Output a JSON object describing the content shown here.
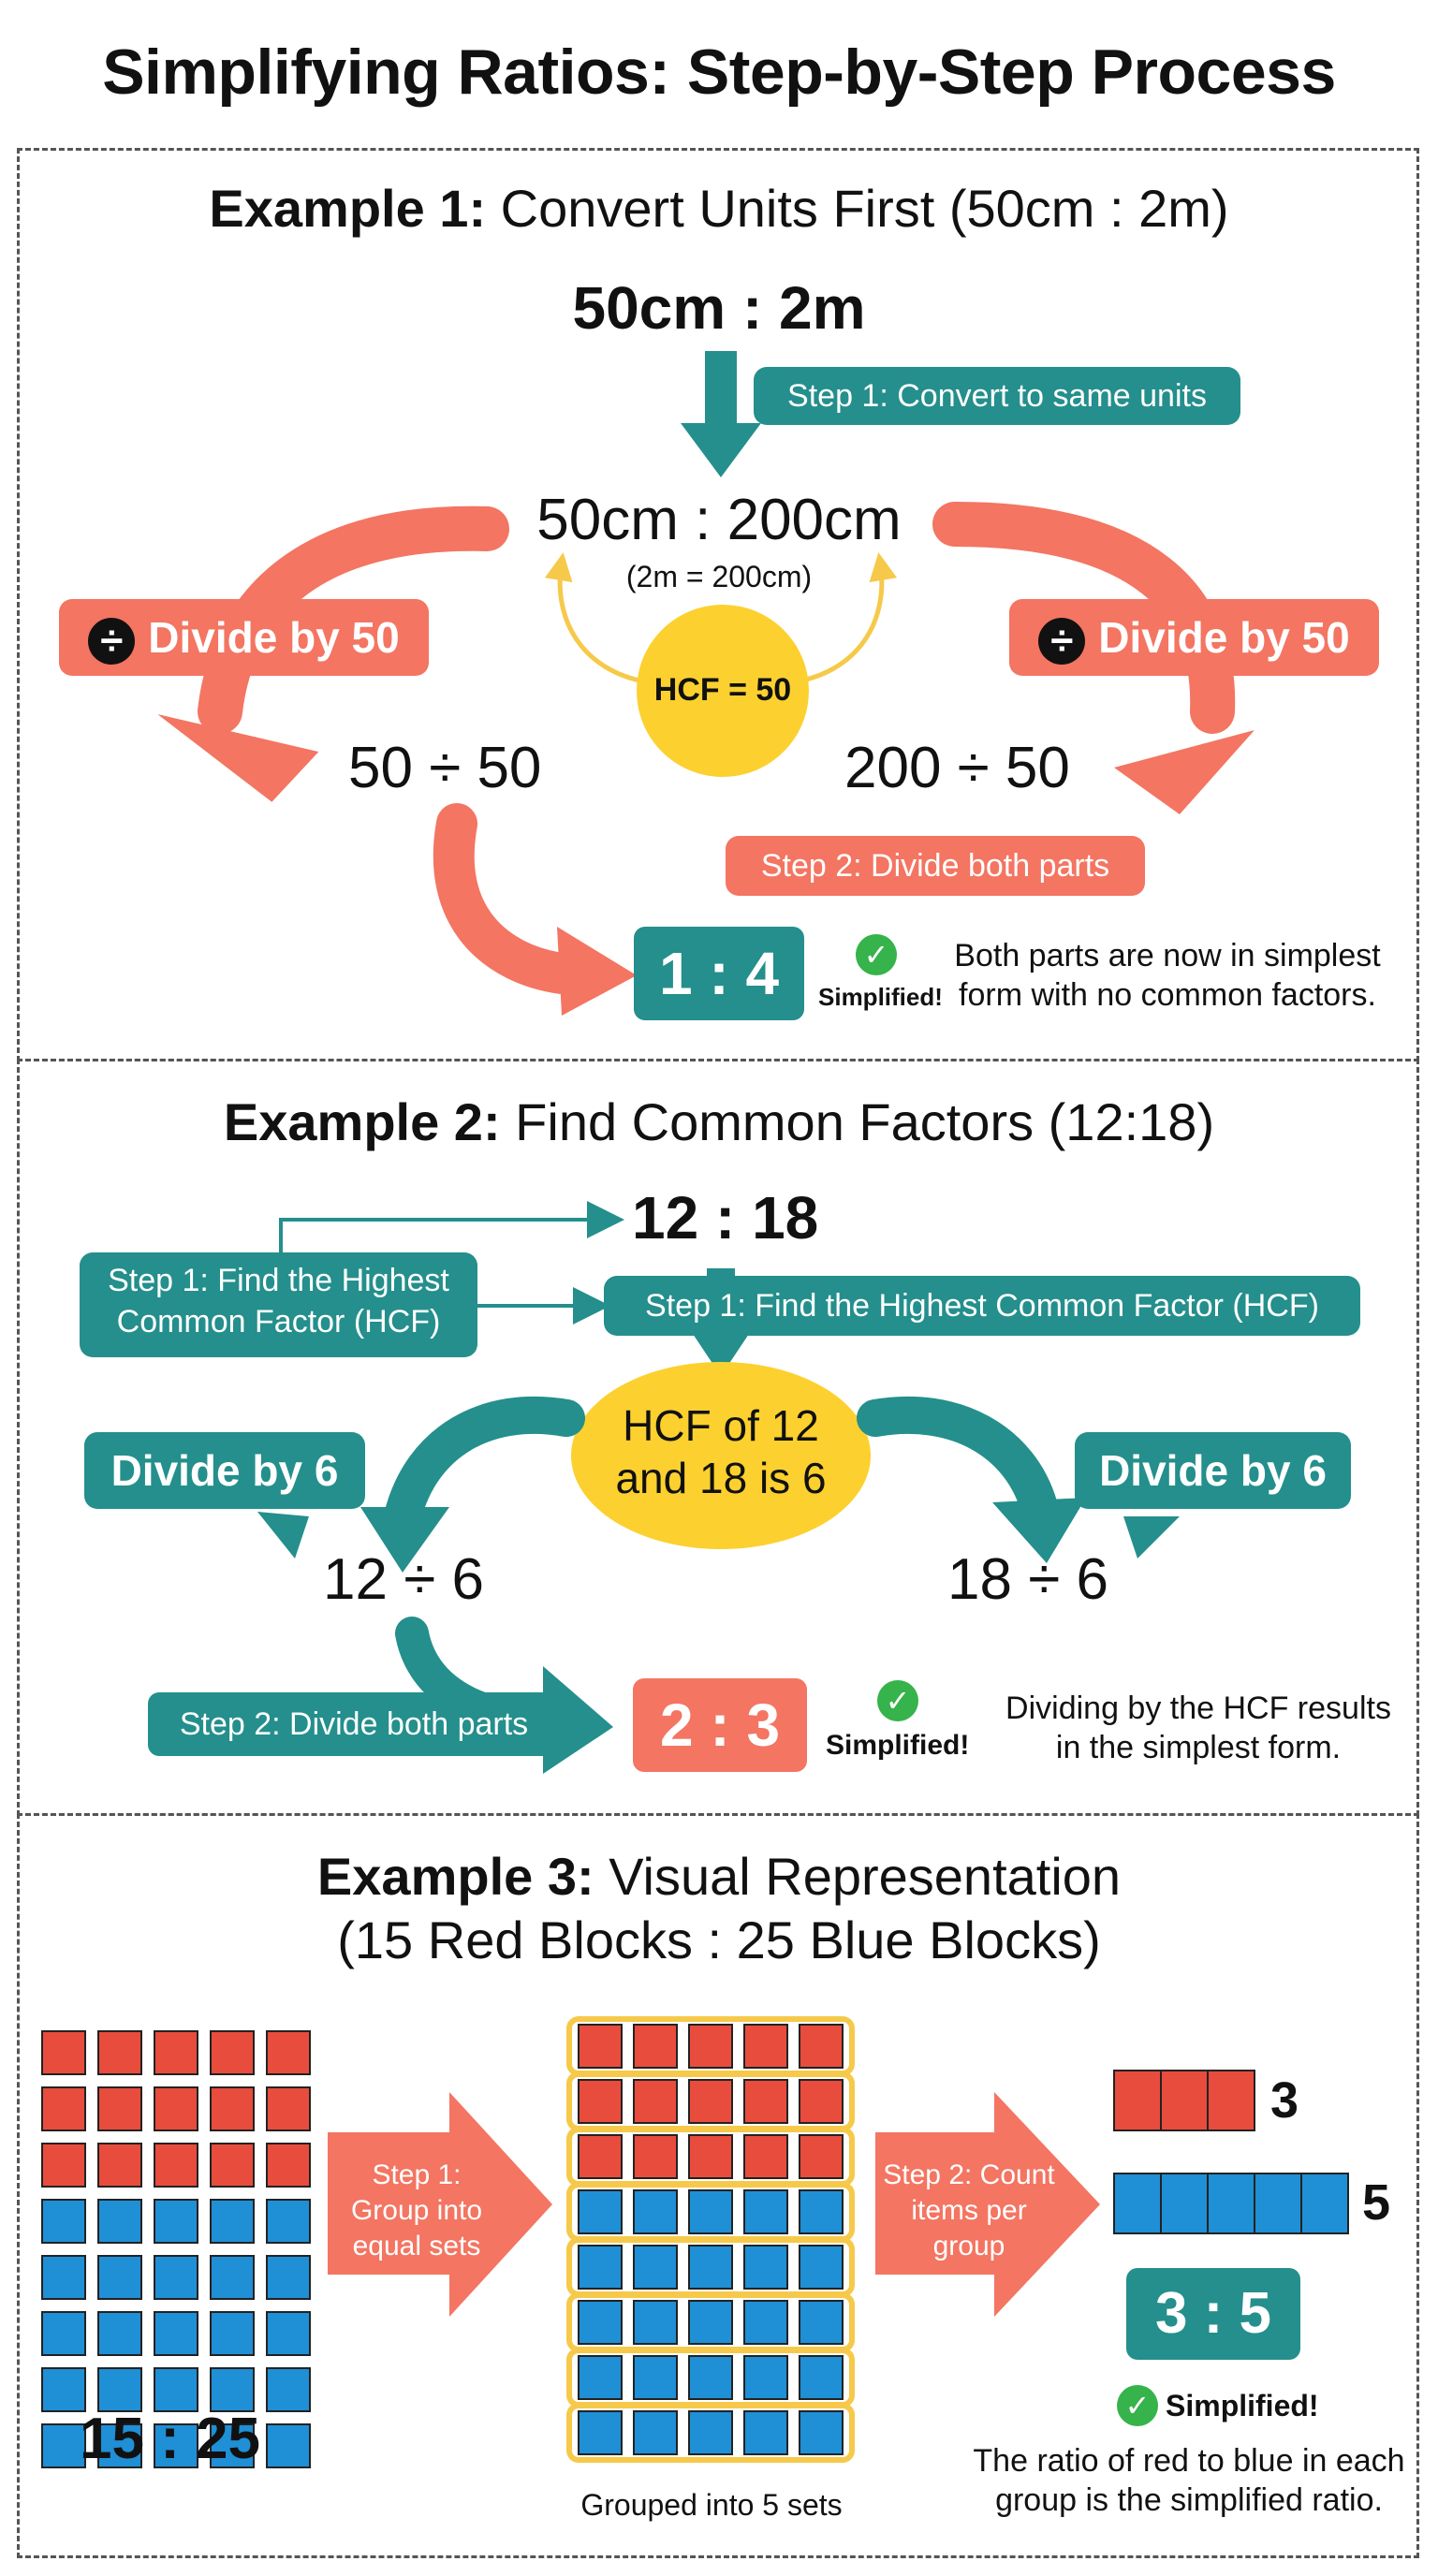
{
  "title": "Simplifying Ratios: Step-by-Step Process",
  "colors": {
    "teal": "#248f8c",
    "coral": "#f37562",
    "yellow": "#fcd02f",
    "red_block": "#e84c3d",
    "blue_block": "#1f8fd6",
    "green_check": "#36b34a"
  },
  "ex1": {
    "label": "Example 1:",
    "heading": "Convert Units First (50cm : 2m)",
    "start_ratio": "50cm : 2m",
    "step1": "Step 1: Convert to same units",
    "converted": "50cm : 200cm",
    "conversion_note": "(2m = 200cm)",
    "hcf": "HCF = 50",
    "divide_left": "Divide by 50",
    "divide_right": "Divide by 50",
    "left_div": "50 ÷ 50",
    "right_div": "200 ÷ 50",
    "step2": "Step 2: Divide both parts",
    "result": "1 : 4",
    "simplified": "Simplified!",
    "note": "Both parts are now in simplest form with no common factors."
  },
  "ex2": {
    "label": "Example 2:",
    "heading": "Find Common Factors (12:18)",
    "start_ratio": "12 : 18",
    "step1_left": "Step 1: Find the Highest Common Factor (HCF)",
    "step1_right": "Step 1: Find the Highest Common Factor (HCF)",
    "hcf": "HCF of 12 and 18 is 6",
    "divide_left": "Divide by 6",
    "divide_right": "Divide by 6",
    "left_div": "12 ÷ 6",
    "right_div": "18 ÷ 6",
    "step2": "Step 2: Divide both parts",
    "result": "2 : 3",
    "simplified": "Simplified!",
    "note": "Dividing by the HCF results in the simplest form."
  },
  "ex3": {
    "label": "Example 3:",
    "heading_line1": "Visual Representation",
    "heading_line2": "(15 Red Blocks : 25 Blue Blocks)",
    "red_count": 15,
    "blue_count": 25,
    "sets": 5,
    "start_ratio": "15 : 25",
    "step1": "Step 1: Group into equal sets",
    "grouped_caption": "Grouped into 5 sets",
    "step2": "Step 2: Count items per group",
    "red_per_group": "3",
    "blue_per_group": "5",
    "result": "3 : 5",
    "simplified": "Simplified!",
    "note": "The ratio of red to blue in each group is the simplified ratio."
  }
}
